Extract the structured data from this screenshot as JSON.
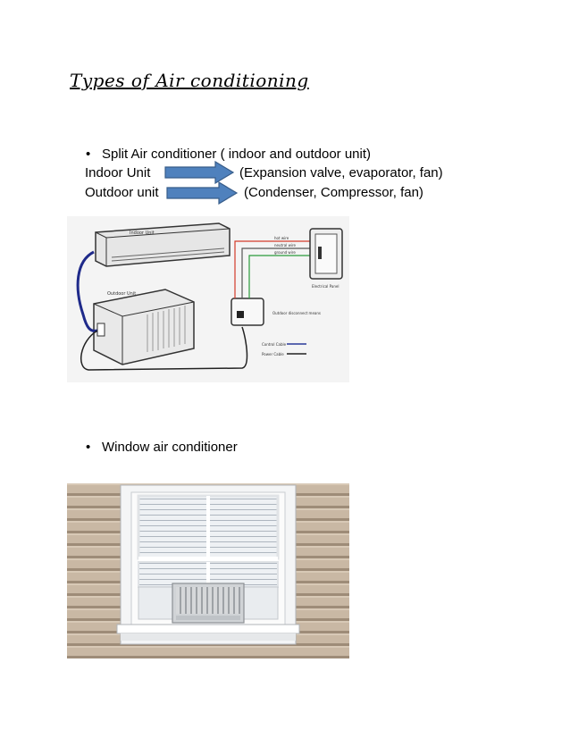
{
  "title": "Types of Air conditioning",
  "section1": {
    "bullet": "•",
    "heading": "Split Air conditioner ( indoor and outdoor unit)",
    "rows": [
      {
        "left": "Indoor Unit",
        "right": "(Expansion valve, evaporator, fan)"
      },
      {
        "left": "Outdoor unit",
        "right": "(Condenser, Compressor, fan)"
      }
    ],
    "diagram_labels": {
      "indoor": "Indoor Unit",
      "outdoor": "Outdoor Unit",
      "hot_wire": "hot wire",
      "neutral_wire": "neutral wire",
      "ground_wire": "ground wire",
      "panel": "Electrical Panel",
      "disconnect": "Outdoor disconnect means",
      "control_cable": "Control Cable",
      "power_cable": "Power Cable"
    }
  },
  "section2": {
    "bullet": "•",
    "heading": "Window air conditioner"
  }
}
